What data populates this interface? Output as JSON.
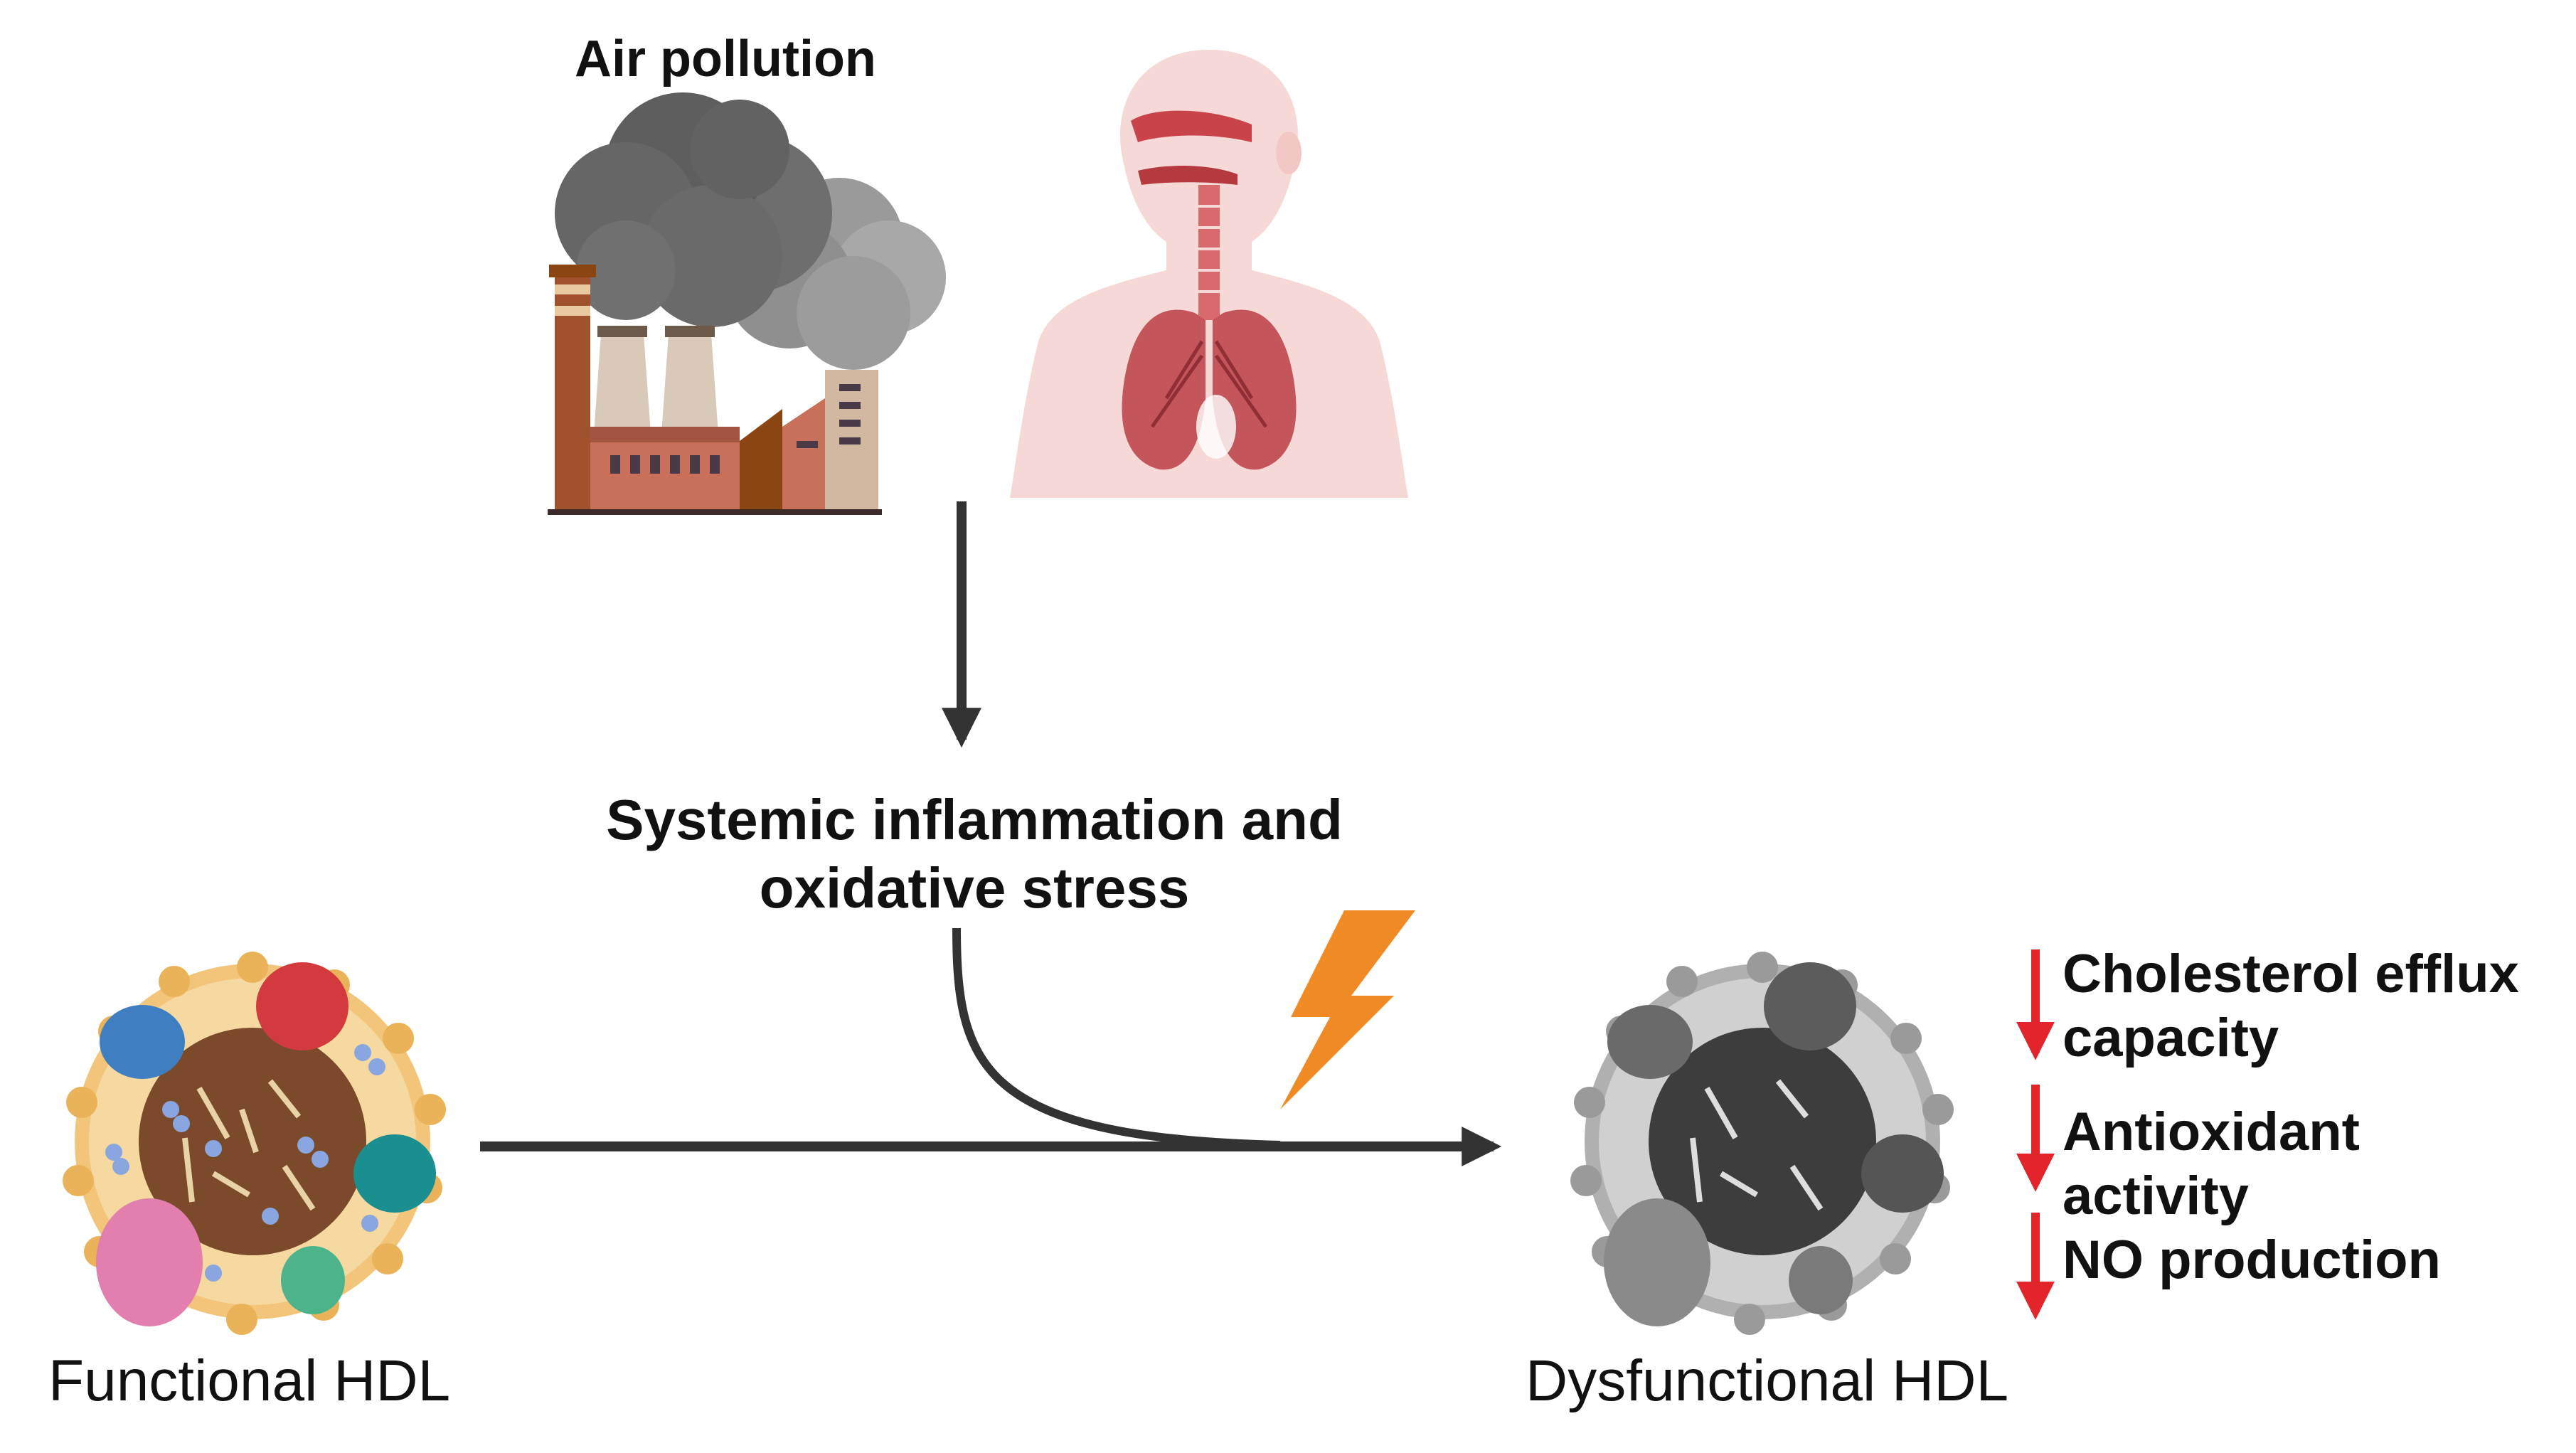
{
  "title": "Air pollution",
  "central_text": "Systemic inflammation and oxidative stress",
  "functional_label": "Functional HDL",
  "dysfunctional_label": "Dysfunctional HDL",
  "effects": [
    {
      "label": "Cholesterol efflux capacity",
      "direction": "decrease"
    },
    {
      "label": "Antioxidant activity",
      "direction": "decrease"
    },
    {
      "label": "NO production",
      "direction": "decrease"
    }
  ],
  "colors": {
    "arrow": "#333333",
    "decrease_arrow": "#e3242b",
    "lightning": "#f08a24"
  },
  "icons": [
    "factory-icon",
    "smoke-cloud-icon",
    "human-lungs-icon",
    "lightning-icon",
    "functional-hdl-particle-icon",
    "dysfunctional-hdl-particle-icon"
  ]
}
